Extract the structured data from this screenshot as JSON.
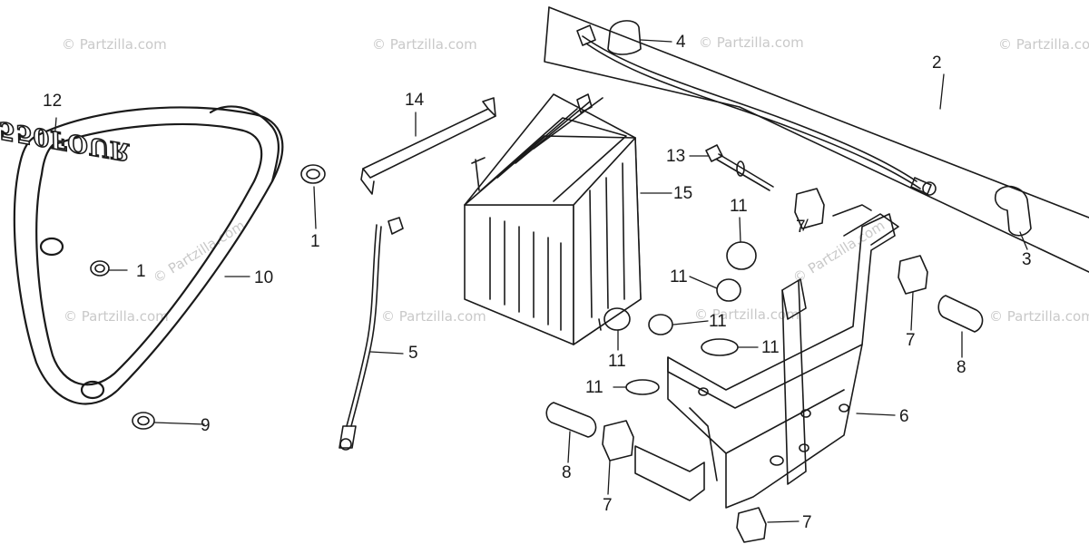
{
  "watermark": "© Partzilla.com",
  "logo_text": "550FOUR",
  "labels": {
    "p1a": "1",
    "p1b": "1",
    "p2": "2",
    "p3": "3",
    "p4": "4",
    "p5": "5",
    "p6": "6",
    "p7a": "7",
    "p7b": "7",
    "p7c": "7",
    "p7d": "7",
    "p8a": "8",
    "p8b": "8",
    "p9": "9",
    "p10": "10",
    "p11a": "11",
    "p11b": "11",
    "p11c": "11",
    "p11d": "11",
    "p11e": "11",
    "p11f": "11",
    "p12": "12",
    "p13": "13",
    "p14": "14",
    "p15": "15"
  }
}
